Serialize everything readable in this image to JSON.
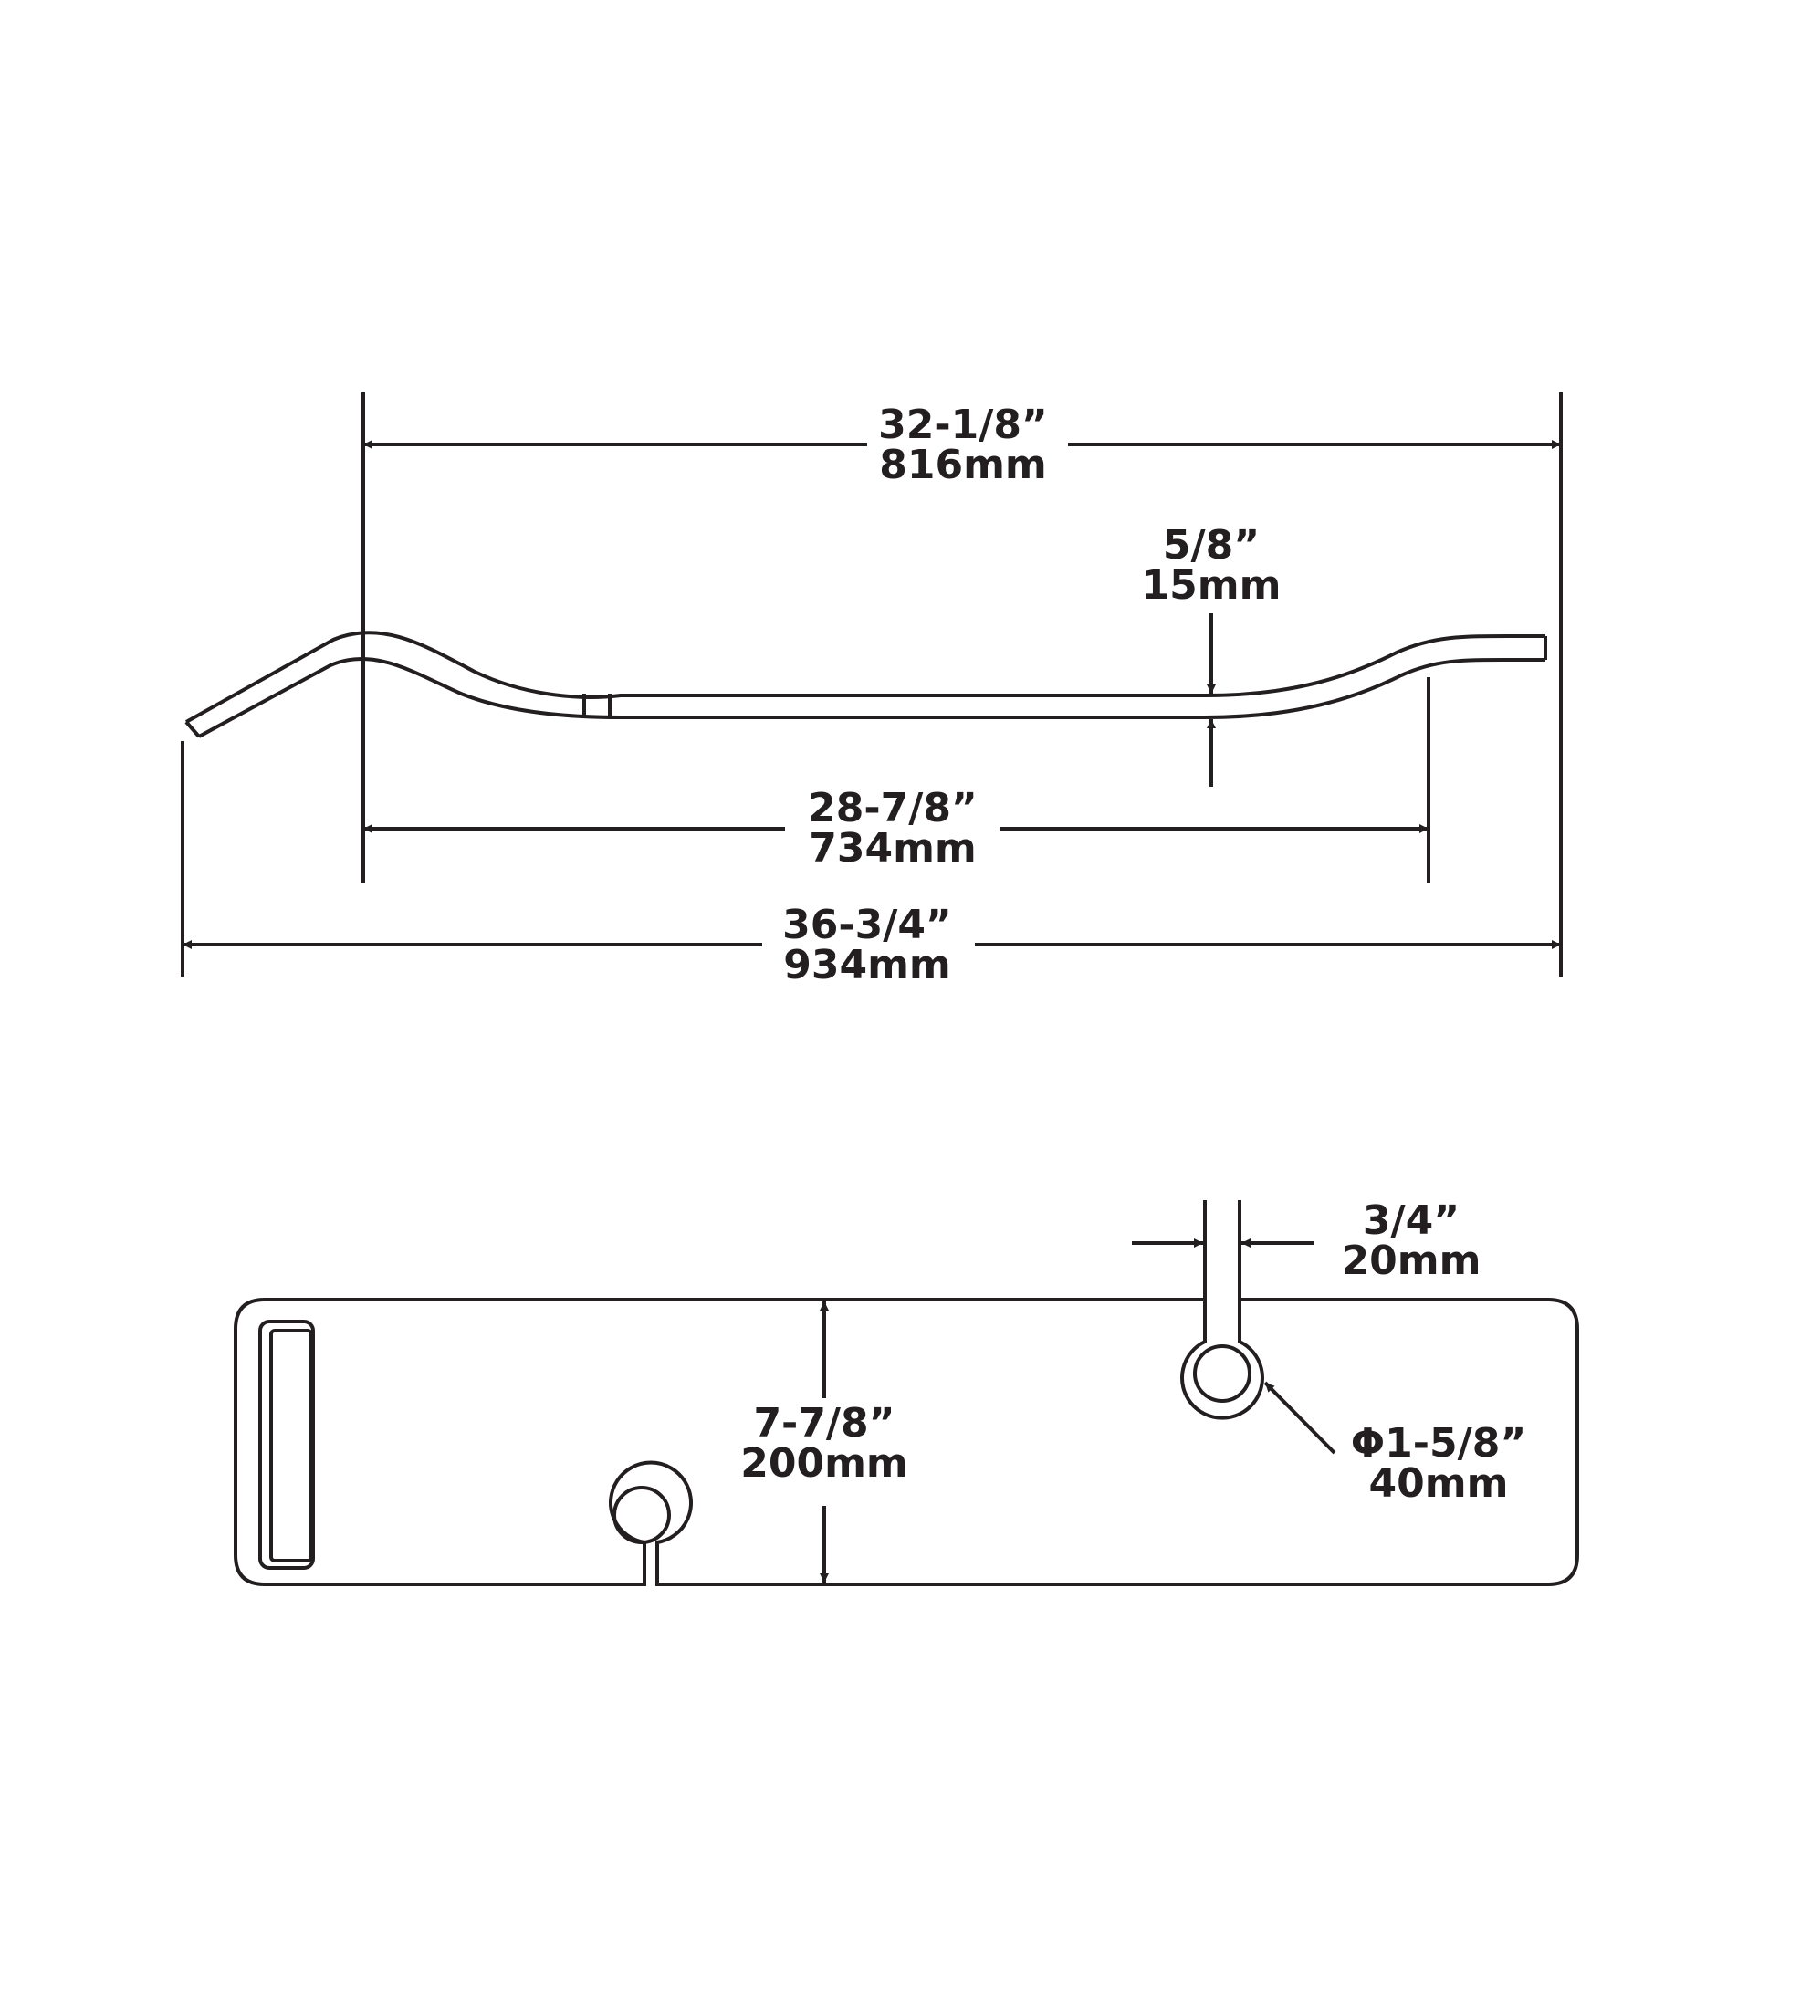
{
  "side_view": {
    "overall_width": {
      "inch": "36-3/4”",
      "mm": "934mm"
    },
    "bar_span": {
      "inch": "32-1/8”",
      "mm": "816mm"
    },
    "inner_span": {
      "inch": "28-7/8”",
      "mm": "734mm"
    },
    "thickness": {
      "inch": "5/8”",
      "mm": "15mm"
    }
  },
  "top_view": {
    "height": {
      "inch": "7-7/8”",
      "mm": "200mm"
    },
    "slot_width": {
      "inch": "3/4”",
      "mm": "20mm"
    },
    "hole_diameter": {
      "inch": "Φ1-5/8”",
      "mm": "40mm"
    }
  },
  "colors": {
    "ink": "#231f20",
    "background": "#ffffff"
  }
}
